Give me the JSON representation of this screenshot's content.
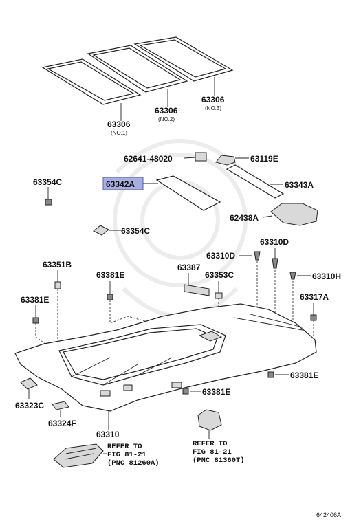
{
  "parts": {
    "p63306_no1": {
      "num": "63306",
      "sub": "(NO.1)"
    },
    "p63306_no2": {
      "num": "63306",
      "sub": "(NO.2)"
    },
    "p63306_no3": {
      "num": "63306",
      "sub": "(NO.3)"
    },
    "p62641": "62641-48020",
    "p63119e": "63119E",
    "p63354c_a": "63354C",
    "p63342a": "63342A",
    "p63343a": "63343A",
    "p62438a": "62438A",
    "p63354c_b": "63354C",
    "p63351b": "63351B",
    "p63381e_a": "63381E",
    "p63381e_b": "63381E",
    "p63387": "63387",
    "p63353c": "63353C",
    "p63310d_a": "63310D",
    "p63310d_b": "63310D",
    "p63310h": "63310H",
    "p63317a": "63317A",
    "p63381e_c": "63381E",
    "p63381e_d": "63381E",
    "p63323c": "63323C",
    "p63324f": "63324F",
    "p63310": "63310"
  },
  "refs": {
    "left": [
      "REFER TO",
      "FIG 81-21",
      "(PNC 81260A)"
    ],
    "right": [
      "REFER TO",
      "FIG 81-21",
      "(PNC 81360T)"
    ]
  },
  "highlight_color": "#a9aee0",
  "figure_id": "642406A"
}
